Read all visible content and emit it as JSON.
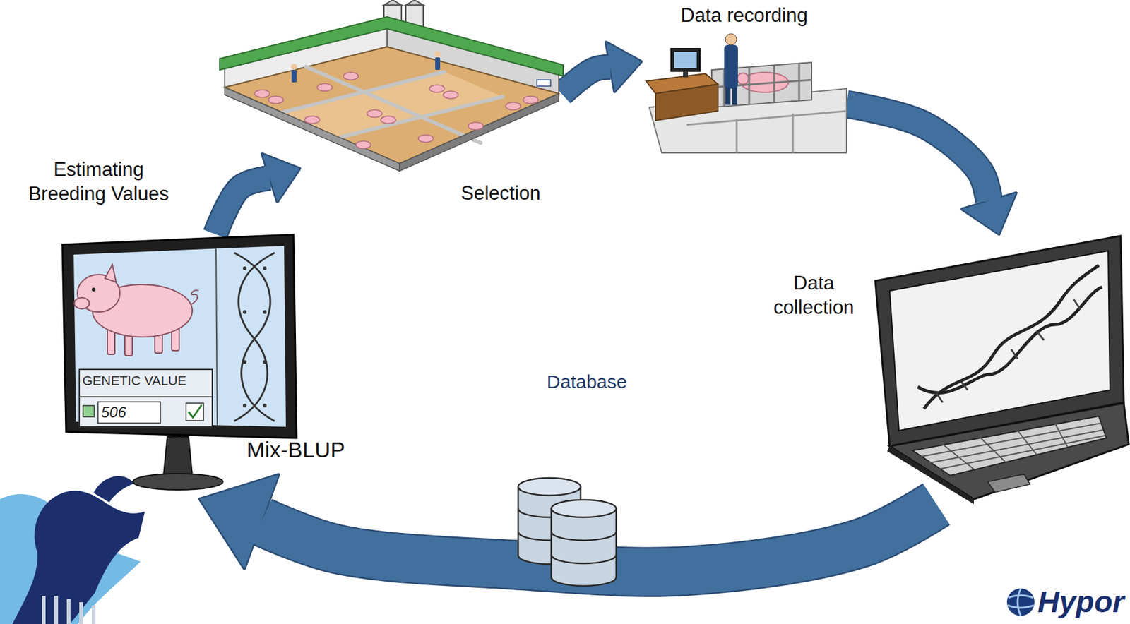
{
  "diagram": {
    "nodes": [
      {
        "text": [
          "Selection"
        ]
      },
      {
        "text": [
          "Data recording"
        ]
      },
      {
        "text": [
          "Estimating Breeding Values",
          "GENETIC VALUE",
          "506"
        ]
      },
      {
        "text": [
          "Data collection"
        ]
      }
    ],
    "edges": [
      {
        "from": 0,
        "to": 1,
        "arrow": "to"
      },
      {
        "from": 1,
        "to": 3,
        "arrow": "to"
      },
      {
        "from": 3,
        "to": 2,
        "arrow": "to"
      },
      {
        "from": 2,
        "to": 0,
        "arrow": "to"
      }
    ],
    "labels": [
      "Database",
      "Mix-BLUP",
      "Hypor"
    ]
  }
}
